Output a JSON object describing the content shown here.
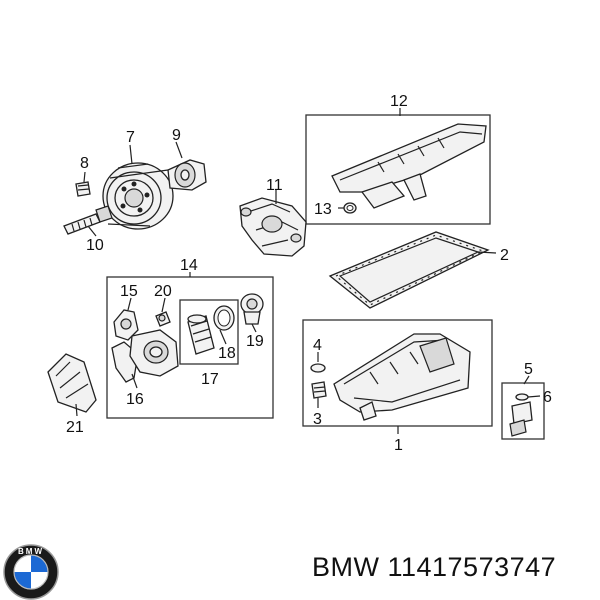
{
  "diagram": {
    "callouts": {
      "c1": "1",
      "c2": "2",
      "c3": "3",
      "c4": "4",
      "c5": "5",
      "c6": "6",
      "c7": "7",
      "c8": "8",
      "c9": "9",
      "c10": "10",
      "c11": "11",
      "c12": "12",
      "c13": "13",
      "c14": "14",
      "c15": "15",
      "c16": "16",
      "c17": "17",
      "c18": "18",
      "c19": "19",
      "c20": "20",
      "c21": "21"
    }
  },
  "brand": {
    "logo_letters": "BMW",
    "part_number_text": "BMW 11417573747"
  },
  "colors": {
    "line": "#222222",
    "fill_light": "#f2f2f2",
    "fill_dark": "#d9d9d9",
    "logo_blue": "#1c69d4"
  }
}
